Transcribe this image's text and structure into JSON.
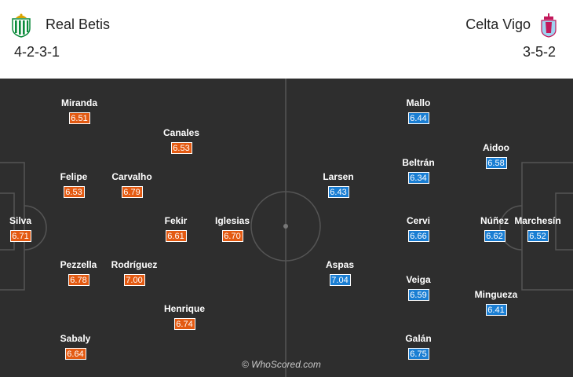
{
  "home": {
    "name": "Real Betis",
    "formation": "4-2-3-1",
    "logo_icon": "real-betis-crest-icon",
    "rating_color": "#e35a12",
    "players": [
      {
        "name": "Miranda",
        "rating": "6.51"
      },
      {
        "name": "Canales",
        "rating": "6.53"
      },
      {
        "name": "Felipe",
        "rating": "6.53"
      },
      {
        "name": "Carvalho",
        "rating": "6.79"
      },
      {
        "name": "Silva",
        "rating": "6.71"
      },
      {
        "name": "Fekir",
        "rating": "6.61"
      },
      {
        "name": "Iglesias",
        "rating": "6.70"
      },
      {
        "name": "Pezzella",
        "rating": "6.78"
      },
      {
        "name": "Rodríguez",
        "rating": "7.00"
      },
      {
        "name": "Henrique",
        "rating": "6.74"
      },
      {
        "name": "Sabaly",
        "rating": "6.64"
      }
    ]
  },
  "away": {
    "name": "Celta Vigo",
    "formation": "3-5-2",
    "logo_icon": "celta-vigo-crest-icon",
    "rating_color": "#1a7ed3",
    "players": [
      {
        "name": "Mallo",
        "rating": "6.44"
      },
      {
        "name": "Aidoo",
        "rating": "6.58"
      },
      {
        "name": "Beltrán",
        "rating": "6.34"
      },
      {
        "name": "Larsen",
        "rating": "6.43"
      },
      {
        "name": "Cervi",
        "rating": "6.66"
      },
      {
        "name": "Núñez",
        "rating": "6.62"
      },
      {
        "name": "Marchesín",
        "rating": "6.52"
      },
      {
        "name": "Aspas",
        "rating": "7.04"
      },
      {
        "name": "Veiga",
        "rating": "6.59"
      },
      {
        "name": "Mingueza",
        "rating": "6.41"
      },
      {
        "name": "Galán",
        "rating": "6.75"
      }
    ]
  },
  "watermark": "© WhoScored.com"
}
